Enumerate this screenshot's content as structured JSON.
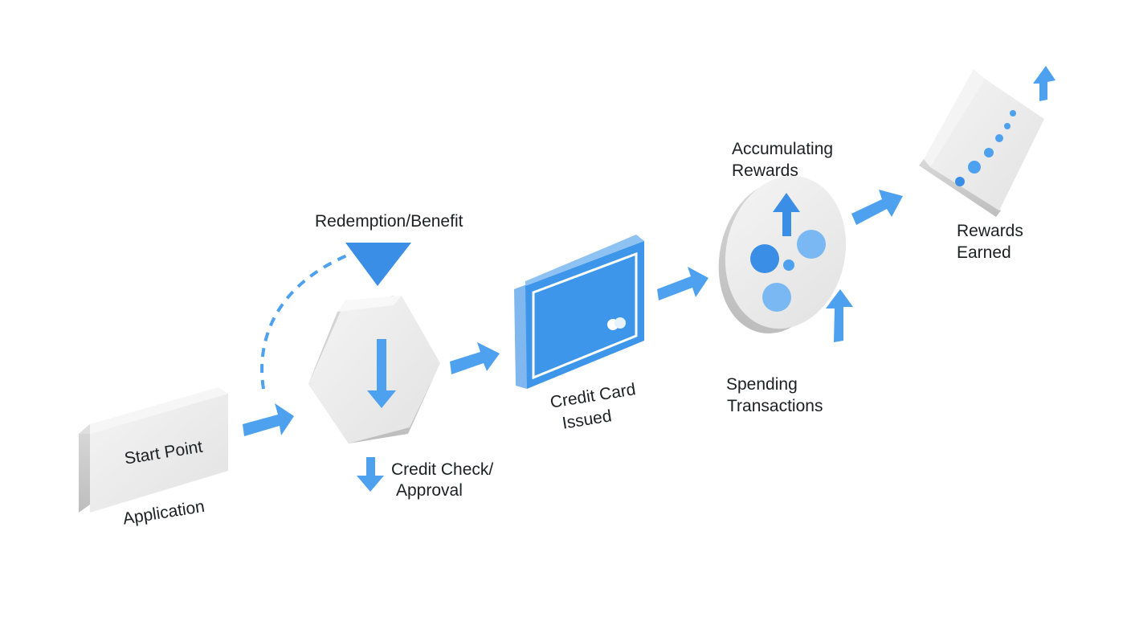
{
  "colors": {
    "accent": "#4da1ef",
    "accent_dark": "#3a8ee6",
    "node_face": "#ececec",
    "node_side": "#cfcfcf",
    "text": "#1d1f22"
  },
  "nodes": {
    "start": {
      "title": "Start Point",
      "label": "Application"
    },
    "check": {
      "label_line1": "Credit Check/",
      "label_line2": "Approval"
    },
    "redeem": {
      "label": "Redemption/Benefit"
    },
    "card": {
      "label_line1": "Credit Card",
      "label_line2": "Issued"
    },
    "accumulate": {
      "label_line1": "Accumulating",
      "label_line2": "Rewards"
    },
    "spending": {
      "label_line1": "Spending",
      "label_line2": "Transactions"
    },
    "earned": {
      "label_line1": "Rewards",
      "label_line2": "Earned"
    }
  }
}
